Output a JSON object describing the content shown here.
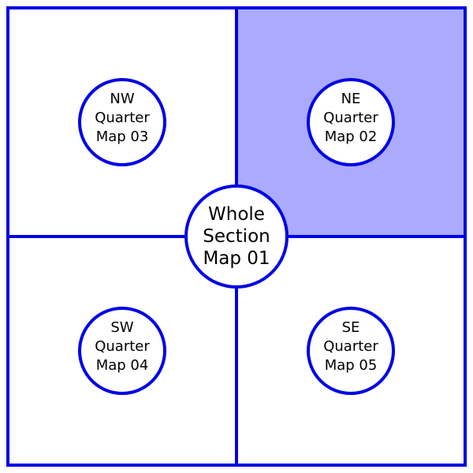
{
  "colors": {
    "stroke": "#0000e6",
    "highlight_fill": "#aaaaff",
    "background": "#ffffff",
    "circle_fill": "#ffffff",
    "text": "#000000"
  },
  "quadrants": {
    "nw": {
      "direction": "NW",
      "kind": "Quarter",
      "map": "Map 03",
      "highlighted": false
    },
    "ne": {
      "direction": "NE",
      "kind": "Quarter",
      "map": "Map 02",
      "highlighted": true
    },
    "sw": {
      "direction": "SW",
      "kind": "Quarter",
      "map": "Map 04",
      "highlighted": false
    },
    "se": {
      "direction": "SE",
      "kind": "Quarter",
      "map": "Map 05",
      "highlighted": false
    }
  },
  "center": {
    "line1": "Whole",
    "line2": "Section",
    "line3": "Map 01"
  }
}
